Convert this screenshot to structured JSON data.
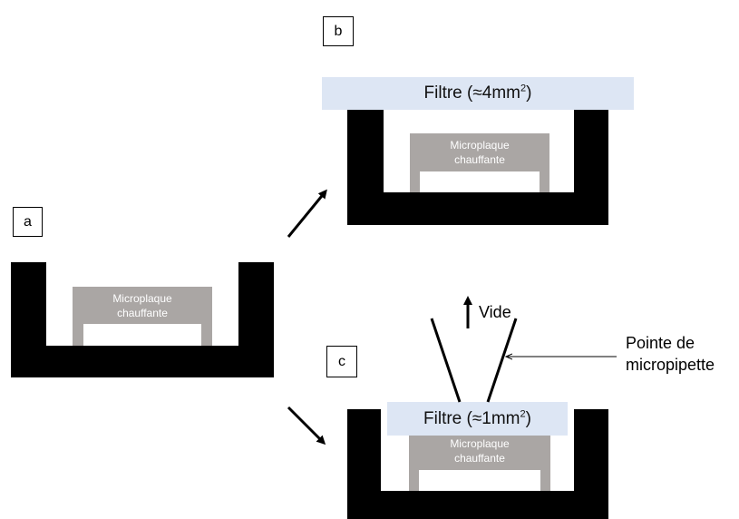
{
  "labels": {
    "a": "a",
    "b": "b",
    "c": "c"
  },
  "plate_text": {
    "line1": "Microplaque",
    "line2": "chauffante"
  },
  "filter_b": {
    "text": "Filtre (≈4mm",
    "exp": "2",
    "close": ")"
  },
  "filter_c": {
    "text": "Filtre (≈1mm",
    "exp": "2",
    "close": ")"
  },
  "vacuum_label": "Vide",
  "pipette_label": {
    "line1": "Pointe de",
    "line2": "micropipette"
  },
  "colors": {
    "housing": "#000000",
    "plate": "#aaa6a4",
    "filter": "#dde6f4"
  }
}
